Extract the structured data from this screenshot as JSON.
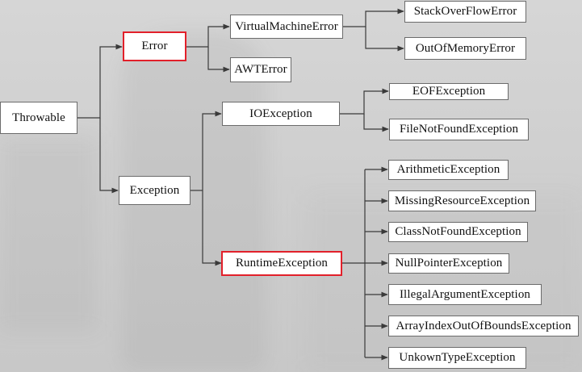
{
  "nodes": {
    "throwable": "Throwable",
    "error": "Error",
    "exception": "Exception",
    "virtualmachineerror": "VirtualMachineError",
    "awterror": "AWTError",
    "stackoverflowerror": "StackOverFlowError",
    "outofmemoryerror": "OutOfMemoryError",
    "ioexception": "IOException",
    "runtimeexception": "RuntimeException",
    "eofexception": "EOFException",
    "filenotfoundexception": "FileNotFoundException",
    "arithmeticexception": "ArithmeticException",
    "missingresourceexception": "MissingResourceException",
    "classnotfoundexception": "ClassNotFoundException",
    "nullpointerexception": "NullPointerException",
    "illegalargumentexception": "IllegalArgumentException",
    "arrayindexoutofboundsexception": "ArrayIndexOutOfBoundsException",
    "unkowntypeexception": "UnkownTypeException"
  },
  "highlighted": [
    "error",
    "runtimeexception"
  ],
  "colors": {
    "highlight_border": "#e2202a",
    "connector": "#3a3a3a",
    "node_fill": "#ffffff"
  }
}
